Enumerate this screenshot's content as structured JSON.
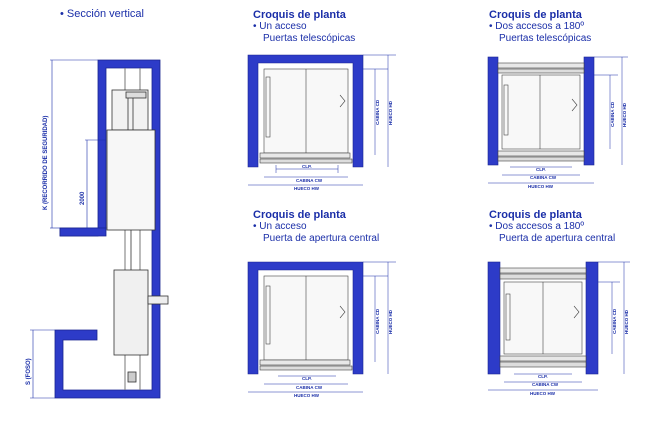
{
  "section": {
    "bullet": "•",
    "label": "Sección vertical"
  },
  "section_dims": {
    "travel": "K (RECORRIDO DE SEGURIDAD)",
    "door": "2000",
    "pit": "S (FOSO)"
  },
  "plans": [
    {
      "title": "Croquis de planta",
      "bullet": "•",
      "line1": "Un acceso",
      "line2": "Puertas telescópicas"
    },
    {
      "title": "Croquis de planta",
      "bullet": "•",
      "line1": "Dos accesos a 180º",
      "line2": "Puertas telescópicas"
    },
    {
      "title": "Croquis de planta",
      "bullet": "•",
      "line1": "Un acceso",
      "line2": "Puerta de apertura central"
    },
    {
      "title": "Croquis de planta",
      "bullet": "•",
      "line1": "Dos accesos a 180º",
      "line2": "Puerta de apertura central"
    }
  ],
  "plan_dims": {
    "cabin_depth": "CABINA CD",
    "shaft_depth": "HUECO HD",
    "clear_opening": "CLP.",
    "cabin_width": "CABINA CW",
    "shaft_width": "HUECO HW"
  }
}
